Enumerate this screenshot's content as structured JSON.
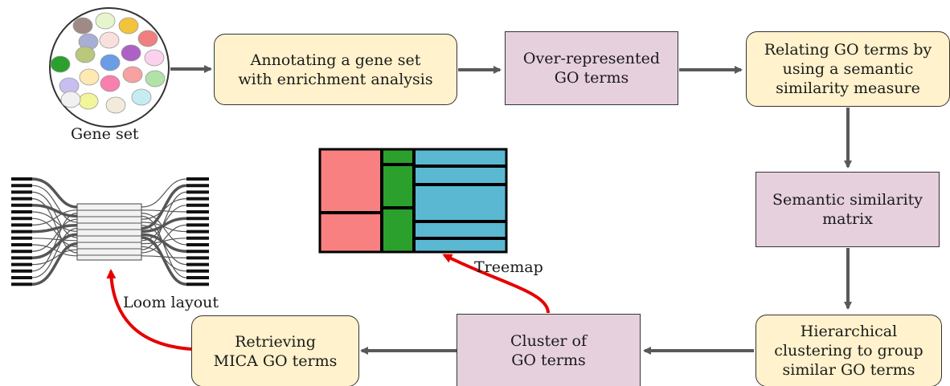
{
  "nodes": {
    "annotate": "Annotating a gene set\nwith enrichment analysis",
    "over_rep": "Over-represented\nGO terms",
    "relating": "Relating GO terms by\nusing a semantic\nsimilarity measure",
    "sem_matrix": "Semantic similarity\nmatrix",
    "hier": "Hierarchical\nclustering to group\nsimilar GO terms",
    "cluster": "Cluster of\nGO terms",
    "mica": "Retrieving\nMICA GO terms"
  },
  "labels": {
    "gene_set": "Gene set",
    "treemap": "Treemap",
    "loom": "Loom layout"
  },
  "colors": {
    "process_fill": "#fff2cc",
    "data_fill": "#e6d0de",
    "arrow_gray": "#595959",
    "arrow_red": "#e60000",
    "treemap_red": "#f98080",
    "treemap_green": "#2ca02c",
    "treemap_blue": "#5bb8d2"
  },
  "icons": {
    "gene_set": "gene-set-circle-icon",
    "treemap": "treemap-icon",
    "loom": "loom-layout-icon"
  }
}
